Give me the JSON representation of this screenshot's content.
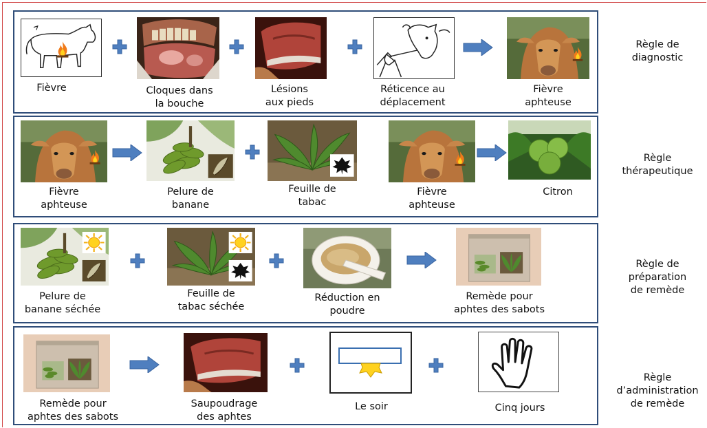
{
  "colors": {
    "panel_border": "#2f4d79",
    "connector": "#4f7fbf",
    "frame": "#d24a4a"
  },
  "row1": {
    "captions": [
      "Fièvre",
      "Cloques dans\nla bouche",
      "Lésions\naux pieds",
      "Réticence au\ndéplacement",
      "Fièvre\naphteuse"
    ],
    "rule": "Règle de\ndiagnostic"
  },
  "row2": {
    "captions": [
      "Fièvre\naphteuse",
      "Pelure de\nbanane",
      "Feuille de\ntabac",
      "Fièvre\naphteuse",
      "Citron"
    ],
    "rule": "Règle\nthérapeutique"
  },
  "row3": {
    "captions": [
      "Pelure de\nbanane séchée",
      "Feuille de\ntabac séchée",
      "Réduction en\npoudre",
      "Remède pour\naphtes des sabots"
    ],
    "rule": "Règle de\npréparation\nde remède"
  },
  "row4": {
    "captions": [
      "Remède pour\naphtes des sabots",
      "Saupoudrage\ndes aphtes",
      "Le soir",
      "Cinq jours"
    ],
    "rule": "Règle\nd’administration\nde remède"
  },
  "icons": [
    "cow-fever-icon",
    "mouth-blisters-photo",
    "hoof-lesion-photo",
    "cow-reluctant-icon",
    "cow-photo",
    "banana-photo",
    "tobacco-photo",
    "lime-photo",
    "sun-icon",
    "leaf-icon",
    "mortar-powder-photo",
    "remedy-bag-photo",
    "evening-icon",
    "hand-five-icon",
    "plus-icon",
    "arrow-right-icon"
  ]
}
